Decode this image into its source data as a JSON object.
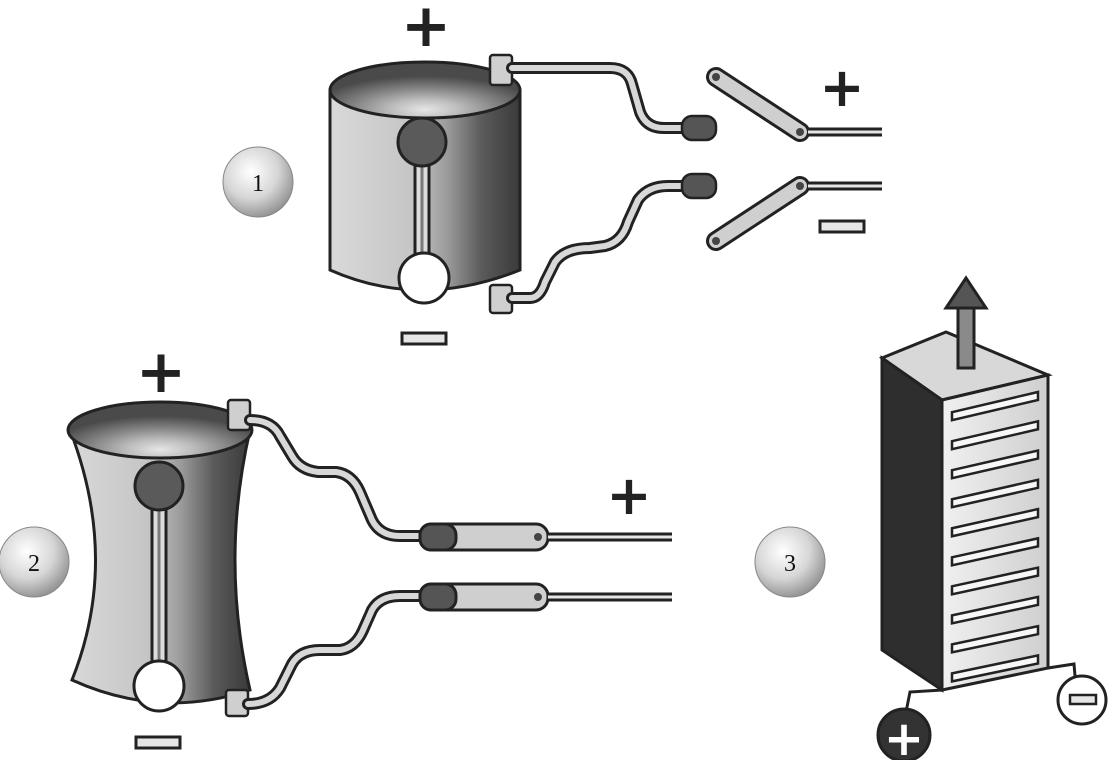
{
  "figure": {
    "panels": [
      {
        "id": "1",
        "number": "1",
        "plus_label": "+",
        "minus_label": "−",
        "switch_state": "open"
      },
      {
        "id": "2",
        "number": "2",
        "plus_label": "+",
        "minus_label": "−",
        "switch_state": "closed"
      },
      {
        "id": "3",
        "number": "3",
        "plus_label": "+",
        "minus_label": "−"
      }
    ]
  }
}
